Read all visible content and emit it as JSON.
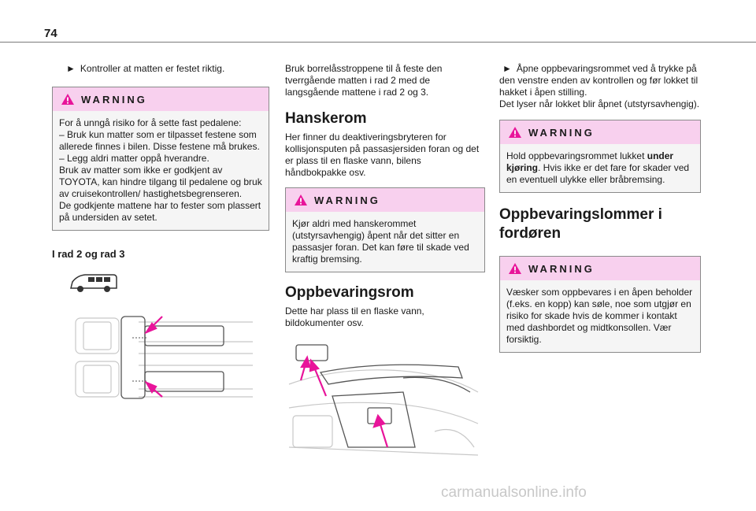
{
  "page": {
    "number": "74"
  },
  "col1": {
    "bullet_symbol": "►",
    "bullet": "Kontroller at matten er festet riktig.",
    "warning": {
      "title": "WARNING",
      "lines": [
        "For å unngå risiko for å sette fast pedalene:",
        "–  Bruk kun matter som er tilpasset festene som allerede finnes i bilen. Disse festene må brukes.",
        "–  Legg aldri matter oppå hverandre.",
        "Bruk av matter som ikke er godkjent av TOYOTA, kan hindre tilgang til pedalene og bruk av cruisekontrollen/ hastighetsbegrenseren.",
        "De godkjente mattene har to fester som plassert på undersiden av setet."
      ]
    },
    "subheading": "I rad 2 og rad 3"
  },
  "col2": {
    "intro": "Bruk borrelåsstroppene til å feste den tverrgående matten i rad 2 med de langsgående mattene i rad 2 og 3.",
    "heading1": "Hanskerom",
    "para1": "Her finner du deaktiveringsbryteren for kollisjonsputen på passasjersiden foran og det er plass til en flaske vann, bilens håndbokpakke osv.",
    "warning": {
      "title": "WARNING",
      "text": "Kjør aldri med hanskerommet (utstyrsavhengig) åpent når det sitter en passasjer foran. Det kan føre til skade ved kraftig bremsing."
    },
    "heading2": "Oppbevaringsrom",
    "para2": "Dette har plass til en flaske vann, bildokumenter osv."
  },
  "col3": {
    "bullet_symbol": "►",
    "bullet": "Åpne oppbevaringsrommet ved å trykke på den venstre enden av kontrollen og før lokket til hakket i åpen stilling.",
    "note": "Det lyser når lokket blir åpnet (utstyrsavhengig).",
    "warning1": {
      "title": "WARNING",
      "text_before": "Hold oppbevaringsrommet lukket ",
      "text_bold": "under kjøring",
      "text_after": ". Hvis ikke er det fare for skader ved en eventuell ulykke eller bråbremsing."
    },
    "heading": "Oppbevaringslommer i fordøren",
    "warning2": {
      "title": "WARNING",
      "text": "Væsker som oppbevares i en åpen beholder (f.eks. en kopp) kan søle, noe som utgjør en risiko for skade hvis de kommer i kontakt med dashbordet og midtkonsollen. Vær forsiktig."
    }
  },
  "footer": {
    "watermark": "carmanualsonline.info"
  },
  "colors": {
    "warning_header": "#f8d0ee",
    "arrow": "#e8149a"
  },
  "icons": [
    "warning-triangle-icon",
    "van-icon"
  ]
}
